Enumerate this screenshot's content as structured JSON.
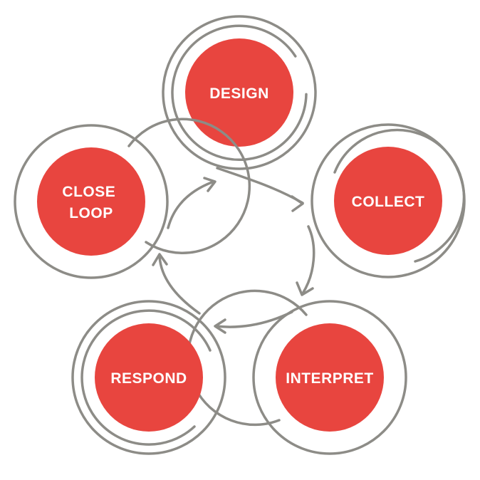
{
  "colors": {
    "node_fill": "#e8453f",
    "ring_stroke": "#8d8c87",
    "label_text": "#ffffff",
    "background": "#ffffff"
  },
  "diagram": {
    "type": "cycle",
    "steps": [
      {
        "id": "design",
        "lines": [
          "DESIGN"
        ]
      },
      {
        "id": "collect",
        "lines": [
          "COLLECT"
        ]
      },
      {
        "id": "interpret",
        "lines": [
          "INTERPRET"
        ]
      },
      {
        "id": "respond",
        "lines": [
          "RESPOND"
        ]
      },
      {
        "id": "close-loop",
        "lines": [
          "CLOSE",
          "LOOP"
        ]
      }
    ],
    "flow": [
      {
        "from": "design",
        "to": "collect"
      },
      {
        "from": "collect",
        "to": "interpret"
      },
      {
        "from": "interpret",
        "to": "respond"
      },
      {
        "from": "respond",
        "to": "close-loop"
      },
      {
        "from": "close-loop",
        "to": "design"
      }
    ]
  }
}
